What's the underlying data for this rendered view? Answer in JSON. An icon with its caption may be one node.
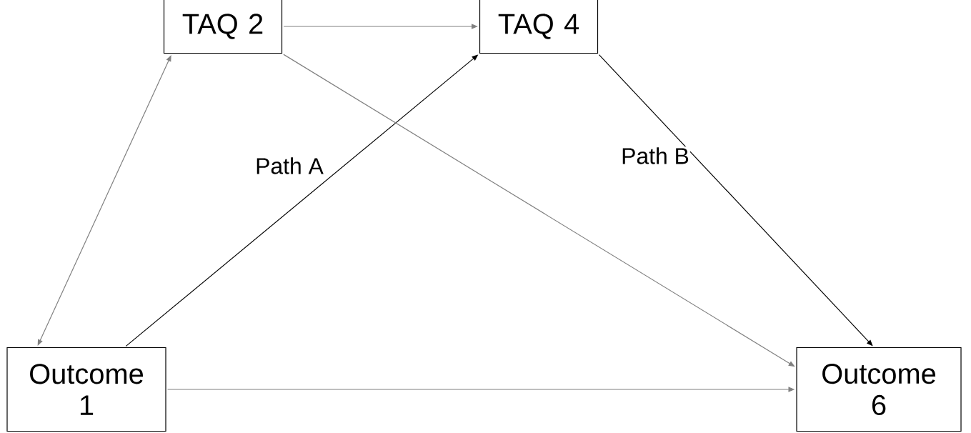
{
  "diagram": {
    "nodes": [
      {
        "text": [
          "TAQ 2"
        ]
      },
      {
        "text": [
          "TAQ 4"
        ]
      },
      {
        "text": [
          "Outcome 1"
        ]
      },
      {
        "text": [
          "Outcome 6"
        ]
      }
    ],
    "edges": [
      {
        "from": 0,
        "to": 1,
        "arrow": "to"
      },
      {
        "from": 2,
        "to": 0,
        "arrow": "both"
      },
      {
        "from": 2,
        "to": 1,
        "arrow": "to",
        "label": "Path A",
        "color": "#000000"
      },
      {
        "from": 0,
        "to": 3,
        "arrow": "to"
      },
      {
        "from": 1,
        "to": 3,
        "arrow": "to",
        "label": "Path B",
        "color": "#000000"
      },
      {
        "from": 2,
        "to": 3,
        "arrow": "to"
      }
    ]
  }
}
